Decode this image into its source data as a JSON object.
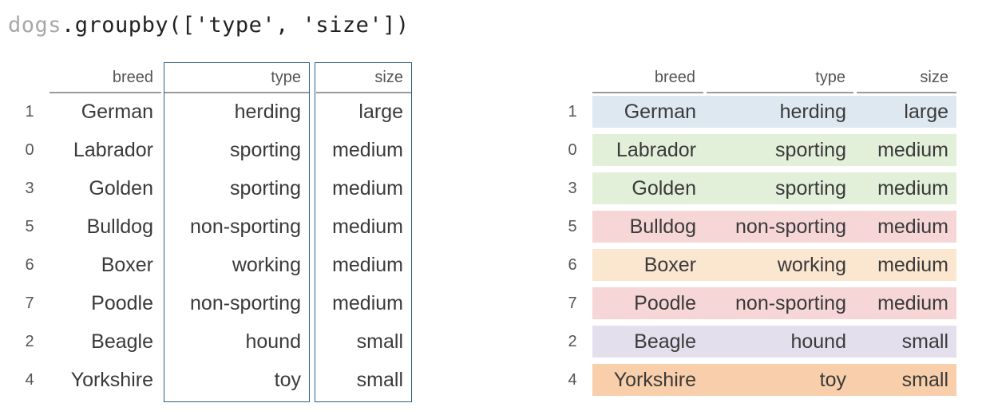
{
  "code": {
    "object": "dogs",
    "call": ".groupby(['type', 'size'])"
  },
  "columns": [
    "breed",
    "type",
    "size"
  ],
  "rows": [
    {
      "index": "1",
      "breed": "German",
      "type": "herding",
      "size": "large",
      "group": "herding-large"
    },
    {
      "index": "0",
      "breed": "Labrador",
      "type": "sporting",
      "size": "medium",
      "group": "sporting-medium"
    },
    {
      "index": "3",
      "breed": "Golden",
      "type": "sporting",
      "size": "medium",
      "group": "sporting-medium"
    },
    {
      "index": "5",
      "breed": "Bulldog",
      "type": "non-sporting",
      "size": "medium",
      "group": "non-sporting-medium"
    },
    {
      "index": "6",
      "breed": "Boxer",
      "type": "working",
      "size": "medium",
      "group": "working-medium"
    },
    {
      "index": "7",
      "breed": "Poodle",
      "type": "non-sporting",
      "size": "medium",
      "group": "non-sporting-medium"
    },
    {
      "index": "2",
      "breed": "Beagle",
      "type": "hound",
      "size": "small",
      "group": "hound-small"
    },
    {
      "index": "4",
      "breed": "Yorkshire",
      "type": "toy",
      "size": "small",
      "group": "toy-small"
    }
  ],
  "group_colors": {
    "herding-large": "#dde8f1",
    "sporting-medium": "#e2efd9",
    "non-sporting-medium": "#f6d6d6",
    "working-medium": "#fbe6cf",
    "hound-small": "#e4dfec",
    "toy-small": "#f8cfaa"
  },
  "outline_color": "#2f5f86"
}
